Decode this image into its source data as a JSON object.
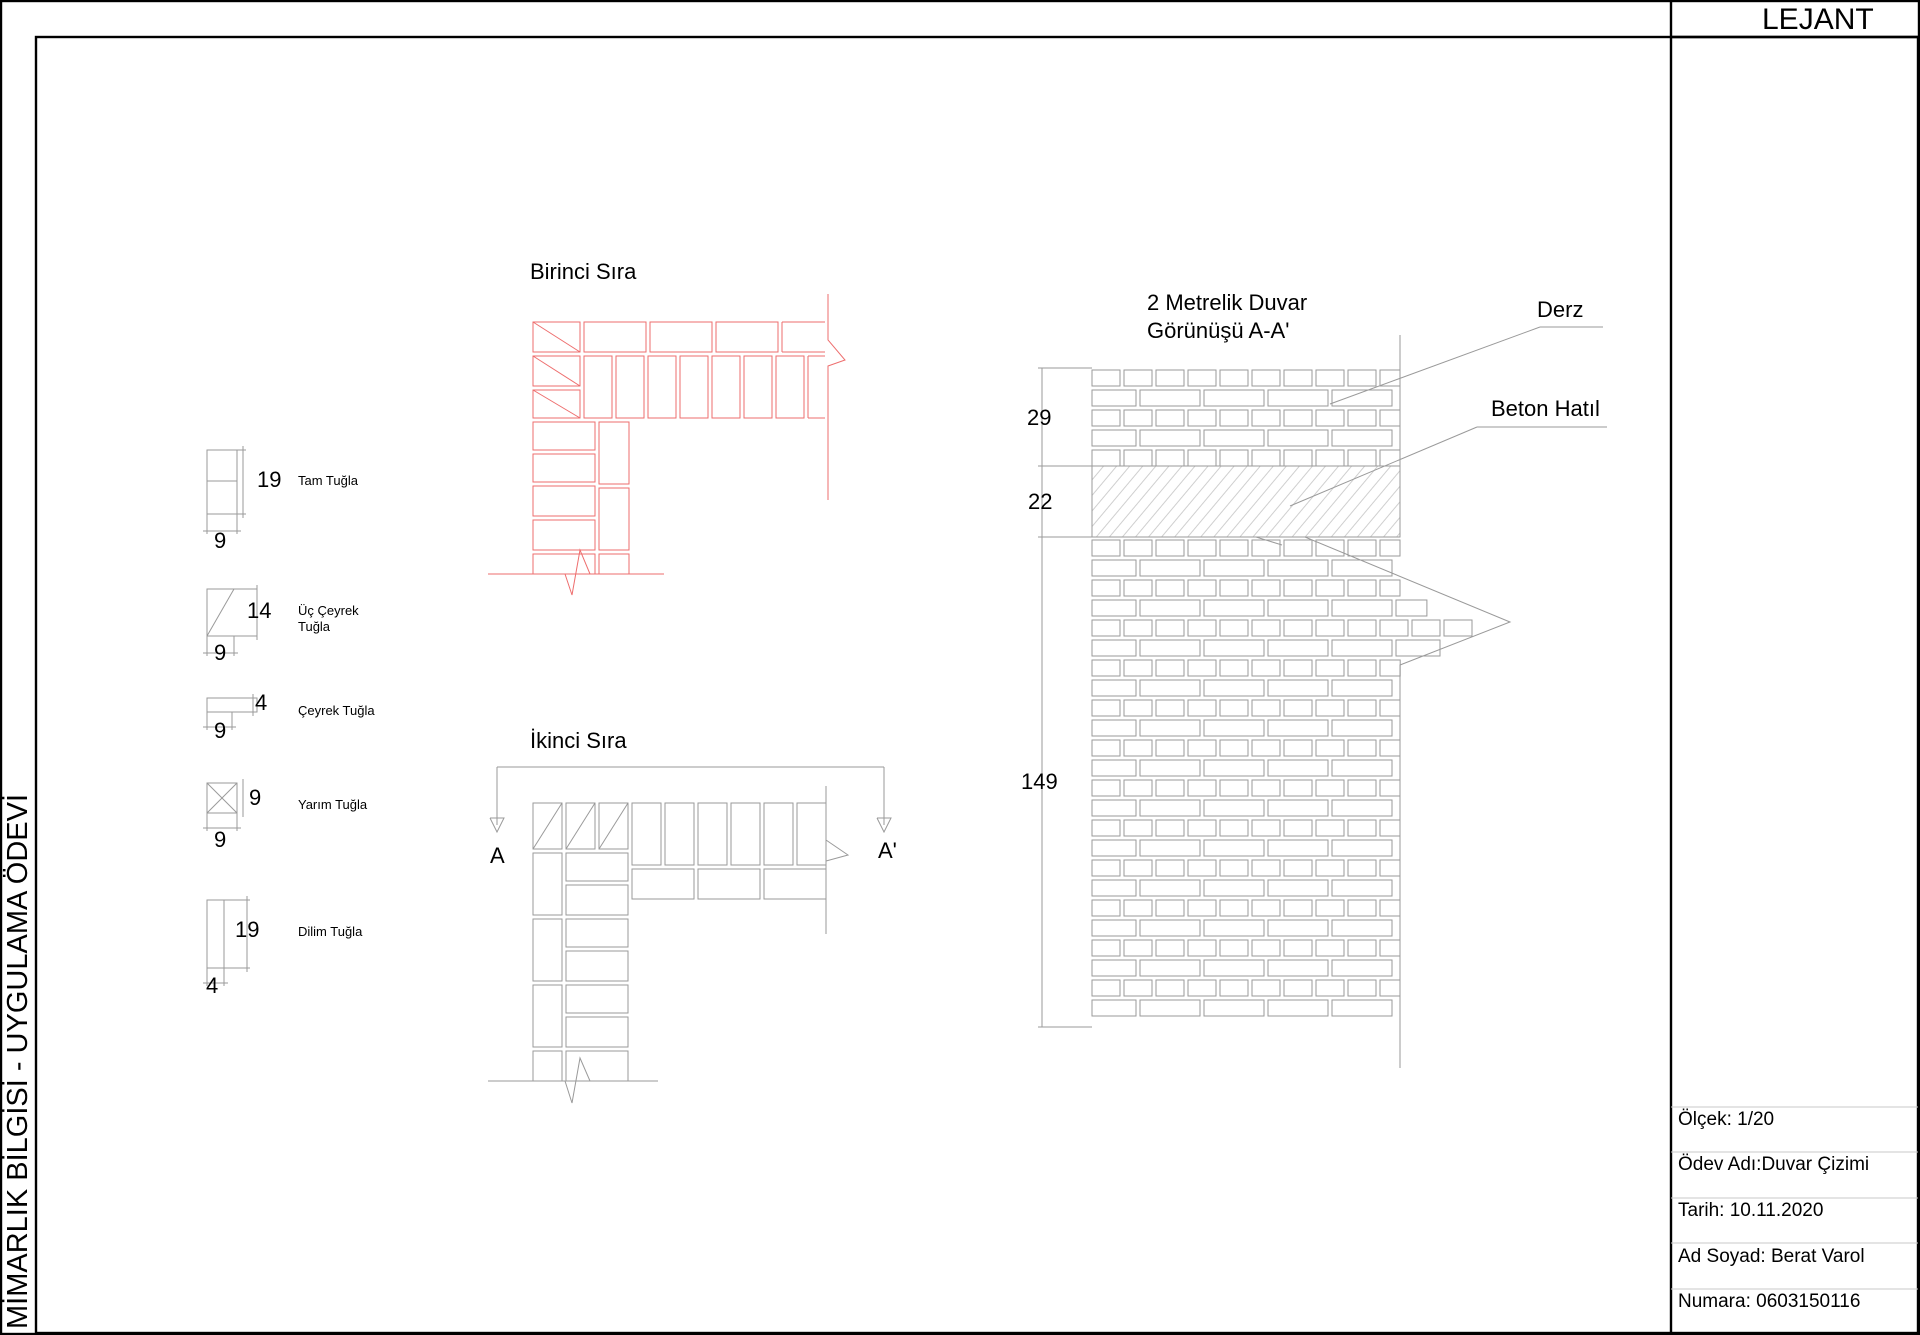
{
  "header": {
    "legend_title": "LEJANT"
  },
  "sheet": {
    "side_title": "MİMARLIK BİLGİSİ - UYGULAMA ÖDEVİ"
  },
  "bricks": [
    {
      "name": "Tam Tuğla",
      "dims": [
        "19",
        "9"
      ]
    },
    {
      "name": "Üç Çeyrek Tuğla",
      "dims": [
        "14",
        "9"
      ]
    },
    {
      "name": "Çeyrek Tuğla",
      "dims": [
        "4",
        "9"
      ]
    },
    {
      "name": "Yarım Tuğla",
      "dims": [
        "9",
        "9"
      ]
    },
    {
      "name": "Dilim Tuğla",
      "dims": [
        "19",
        "4"
      ]
    }
  ],
  "plans": {
    "first_row_title": "Birinci Sıra",
    "second_row_title": "İkinci Sıra",
    "section_mark_left": "A",
    "section_mark_right": "A'"
  },
  "elevation": {
    "title_line1": "2 Metrelik Duvar",
    "title_line2": "Görünüşü A-A'",
    "label_joint": "Derz",
    "label_beam": "Beton Hatıl",
    "dims": [
      "29",
      "22",
      "149"
    ]
  },
  "info": {
    "scale": "Ölçek: 1/20",
    "assignment": "Ödev Adı:Duvar Çizimi",
    "date": "Tarih: 10.11.2020",
    "name": "Ad Soyad: Berat Varol",
    "number": "Numara: 0603150116"
  },
  "colors": {
    "frame": "#000000",
    "drawing": "#9a9a9a",
    "first_row_plan": "#ee6e6e"
  }
}
